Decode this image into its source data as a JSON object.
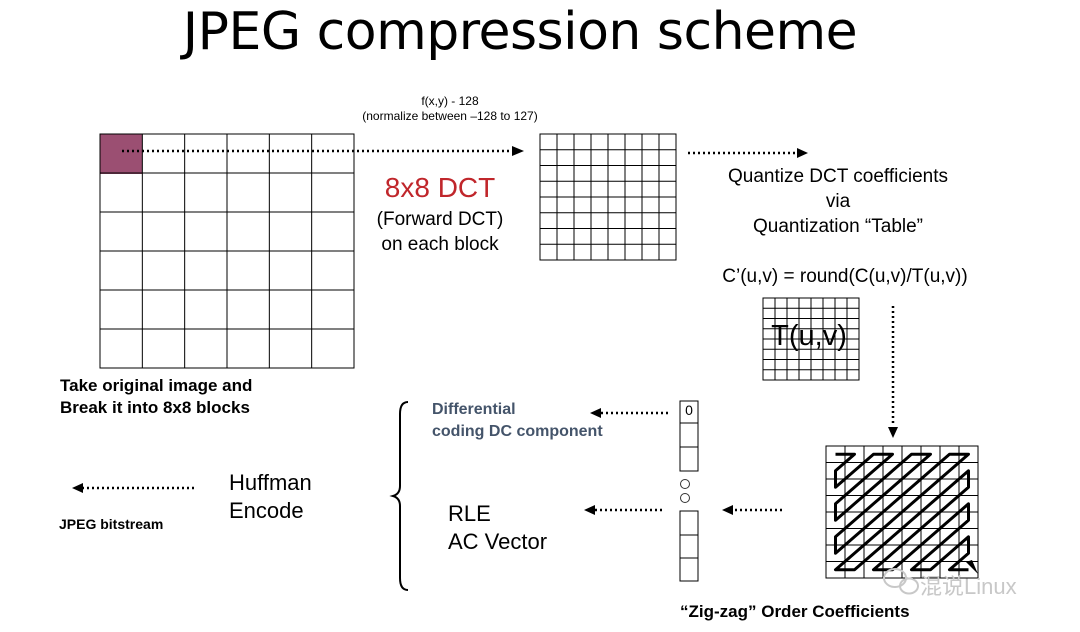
{
  "title": "JPEG compression scheme",
  "normalize": {
    "line1": "f(x,y) - 128",
    "line2": "(normalize between –128 to 127)"
  },
  "dct": {
    "title": "8x8 DCT",
    "line1": "(Forward DCT)",
    "line2": "on each block"
  },
  "quantize": {
    "line1": "Quantize DCT coefficients",
    "line2": "via",
    "line3": "Quantization “Table”",
    "formula": "C’(u,v) = round(C(u,v)/T(u,v))",
    "table_label": "T(u,v)"
  },
  "original": {
    "line1": "Take original image and",
    "line2": "Break it into 8x8 blocks"
  },
  "differential": {
    "line1": "Differential",
    "line2": "coding DC component"
  },
  "rle": {
    "line1": "RLE",
    "line2": "AC Vector"
  },
  "huffman": {
    "line1": "Huffman",
    "line2": "Encode"
  },
  "bitstream_label": "JPEG bitstream",
  "vector_first_value": "0",
  "zigzag_label": "“Zig-zag” Order Coefficients",
  "watermark": "混说Linux",
  "colors": {
    "highlight_block": "#9b4f72",
    "dct_title": "#c0262b",
    "differential_text": "#44546a",
    "watermark": "#c8c8c8"
  }
}
